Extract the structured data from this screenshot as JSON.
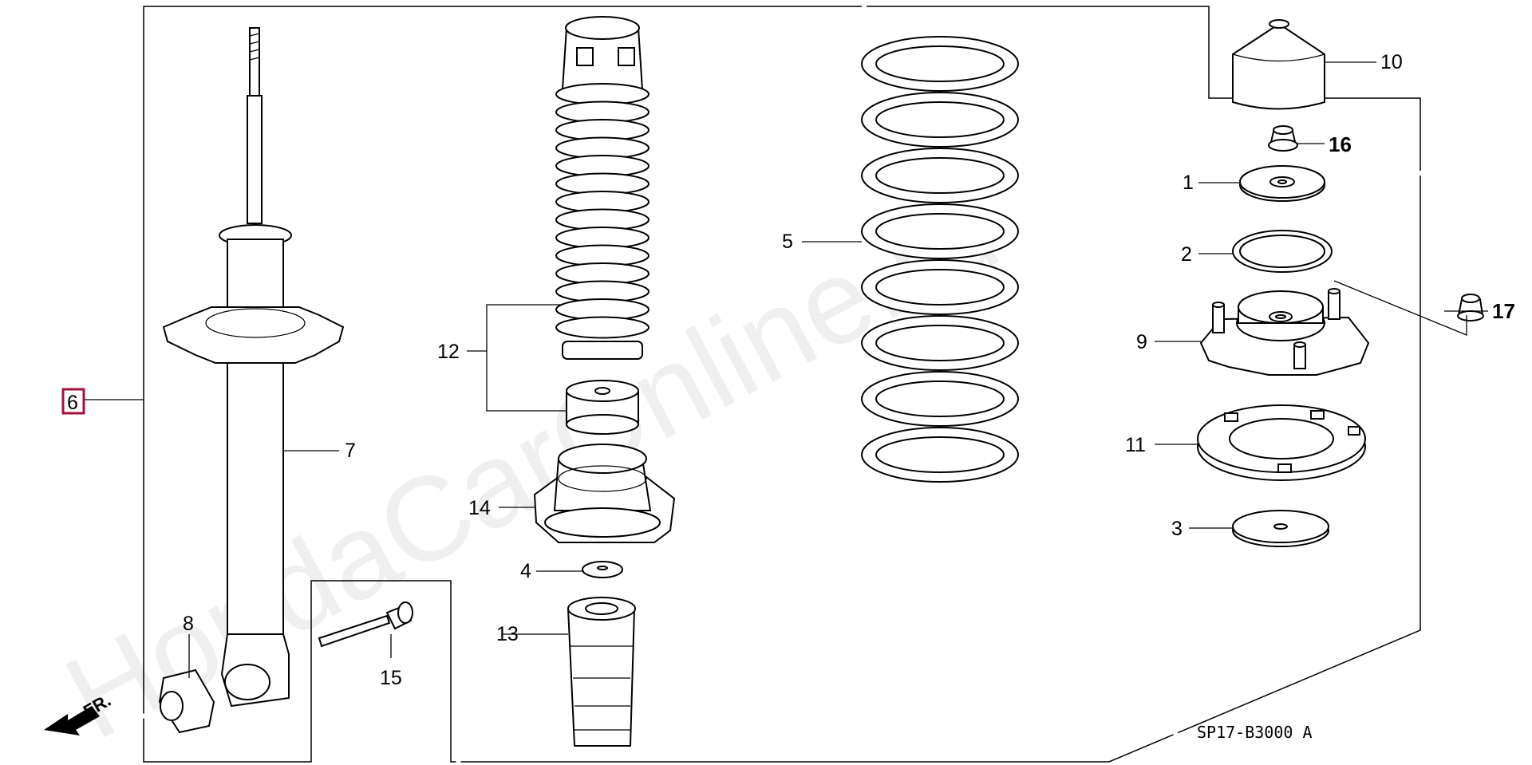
{
  "watermark": "HondaCarOnline.ru",
  "diagram_code": "SP17-B3000 A",
  "direction_label": "FR.",
  "callouts": {
    "c1": "1",
    "c2": "2",
    "c3": "3",
    "c4": "4",
    "c5": "5",
    "c6": "6",
    "c7": "7",
    "c8": "8",
    "c9": "9",
    "c10": "10",
    "c11": "11",
    "c12": "12",
    "c13": "13",
    "c14": "14",
    "c15": "15",
    "c16": "16",
    "c17": "17"
  },
  "colors": {
    "line": "#000000",
    "background": "#ffffff",
    "highlight_box": "#a0123a",
    "watermark": "#c9c9c9"
  }
}
